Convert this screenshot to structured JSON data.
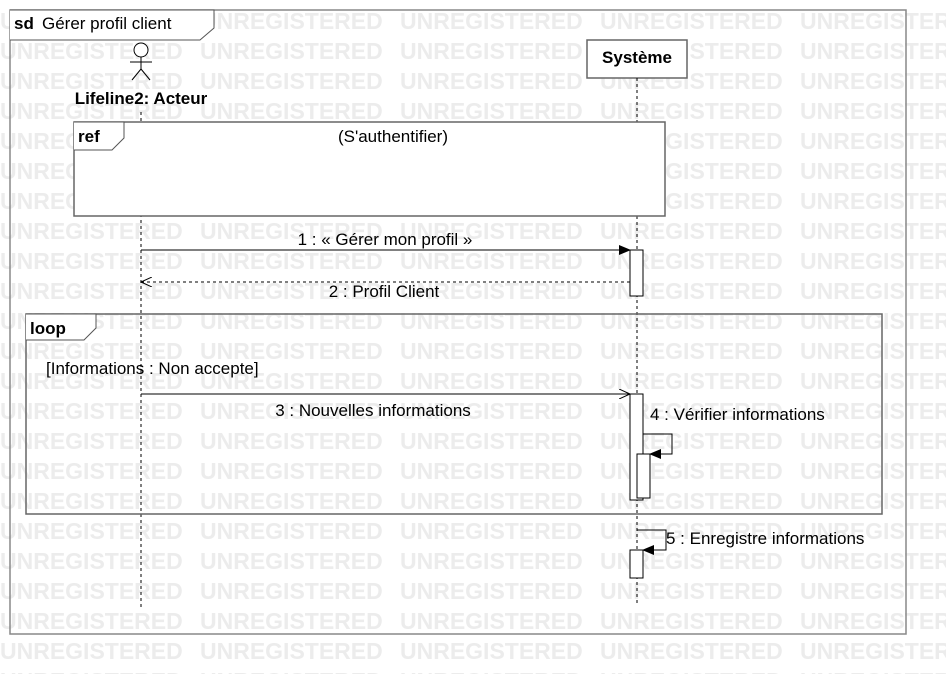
{
  "diagram": {
    "frame": {
      "keyword": "sd",
      "name": "Gérer profil client"
    },
    "watermark": "UNREGISTERED",
    "lifelines": {
      "actor": {
        "label": "Lifeline2: Acteur"
      },
      "system": {
        "label": "Système"
      }
    },
    "ref_fragment": {
      "keyword": "ref",
      "text": "(S'authentifier)"
    },
    "loop_fragment": {
      "keyword": "loop",
      "guard": "[Informations : Non accepte]"
    },
    "messages": [
      {
        "label": "1 : « Gérer mon profil »",
        "from": "actor",
        "to": "system",
        "kind": "synchronous"
      },
      {
        "label": "2 : Profil Client",
        "from": "system",
        "to": "actor",
        "kind": "return"
      },
      {
        "label": "3 : Nouvelles informations",
        "from": "actor",
        "to": "system",
        "kind": "synchronous"
      },
      {
        "label": "4 : Vérifier informations",
        "from": "system",
        "to": "system",
        "kind": "self"
      },
      {
        "label": "5 : Enregistre informations",
        "from": "system",
        "to": "system",
        "kind": "self"
      }
    ]
  }
}
